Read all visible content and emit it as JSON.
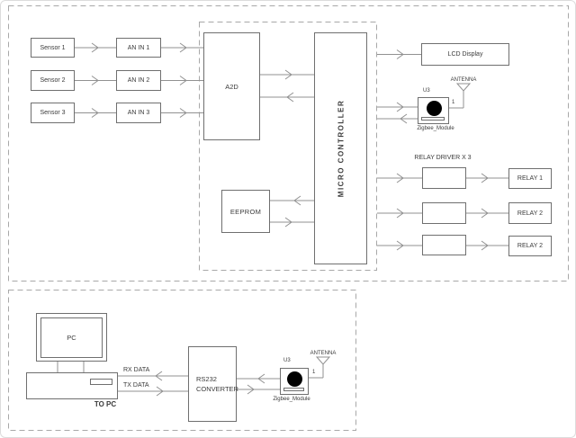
{
  "colors": {
    "line": "#919191",
    "border": "#6f6f6f",
    "dashed": "#a8a8a8",
    "text": "#3a3a3a",
    "dot": "#000000"
  },
  "transmitter": {
    "sensors": [
      "Sensor 1",
      "Sensor 2",
      "Sensor 3"
    ],
    "analog_inputs": [
      "AN IN 1",
      "AN IN 2",
      "AN IN 3"
    ],
    "a2d": "A2D",
    "microcontroller": "MICRO CONTROLLER",
    "eeprom": "EEPROM",
    "lcd": "LCD Display",
    "zigbee": {
      "ref": "U3",
      "antenna": "ANTENNA",
      "pin": "1",
      "name": "Zigbee_Module"
    },
    "relay_driver": "RELAY DRIVER X 3",
    "relays": [
      "RELAY 1",
      "RELAY 2",
      "RELAY 2"
    ]
  },
  "receiver": {
    "pc": "PC",
    "to_pc": "TO PC",
    "rx_data": "RX DATA",
    "tx_data": "TX DATA",
    "rs232": [
      "RS232",
      "CONVERTER"
    ],
    "zigbee": {
      "ref": "U3",
      "antenna": "ANTENNA",
      "pin": "1",
      "name": "Zigbee_Module"
    }
  }
}
